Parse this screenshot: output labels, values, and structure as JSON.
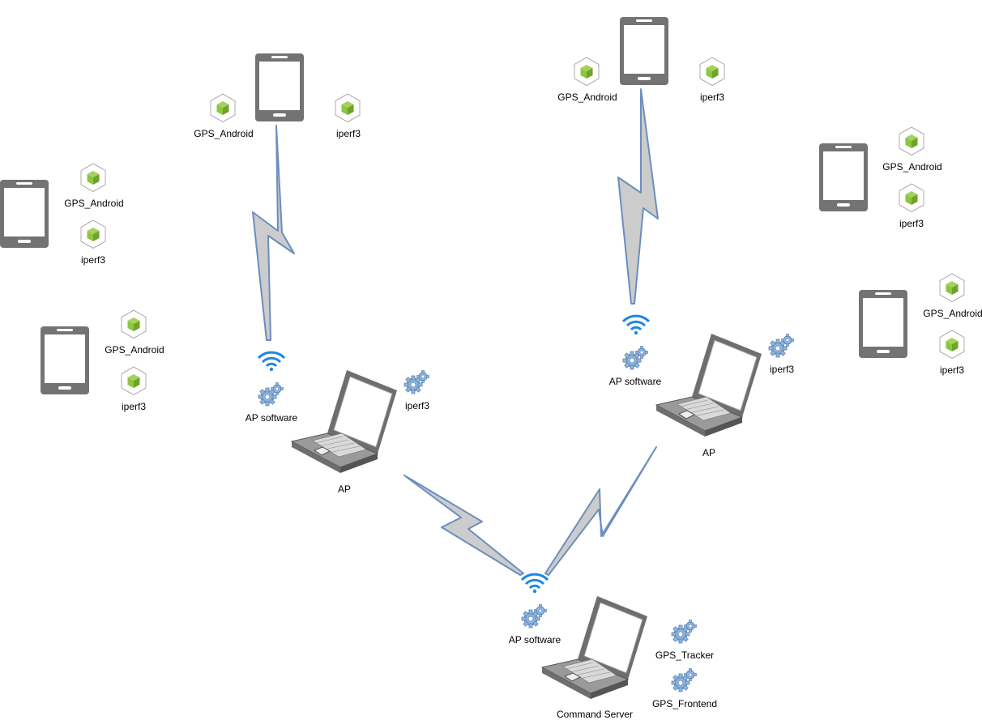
{
  "devices": {
    "phone_top_left": {
      "app1": "GPS_Android",
      "app2": "iperf3"
    },
    "phone_left_upper": {
      "app1": "GPS_Android",
      "app2": "iperf3"
    },
    "phone_left_lower": {
      "app1": "GPS_Android",
      "app2": "iperf3"
    },
    "phone_top_right": {
      "app1": "GPS_Android",
      "app2": "iperf3"
    },
    "phone_right_upper": {
      "app1": "GPS_Android",
      "app2": "iperf3"
    },
    "phone_right_lower": {
      "app1": "GPS_Android",
      "app2": "iperf3"
    },
    "ap_left": {
      "name": "AP",
      "software": "AP software",
      "tool": "iperf3"
    },
    "ap_right": {
      "name": "AP",
      "software": "AP software",
      "tool": "iperf3"
    },
    "command_server": {
      "name": "Command Server",
      "software": "AP software",
      "tracker": "GPS_Tracker",
      "frontend": "GPS_Frontend"
    }
  },
  "colors": {
    "phone": "#737373",
    "app_cube": "#8cc63f",
    "wifi": "#1e88e5",
    "bolt_fill": "#cccccc",
    "bolt_stroke": "#6c8ebf",
    "gear": "#7aa7d6"
  }
}
